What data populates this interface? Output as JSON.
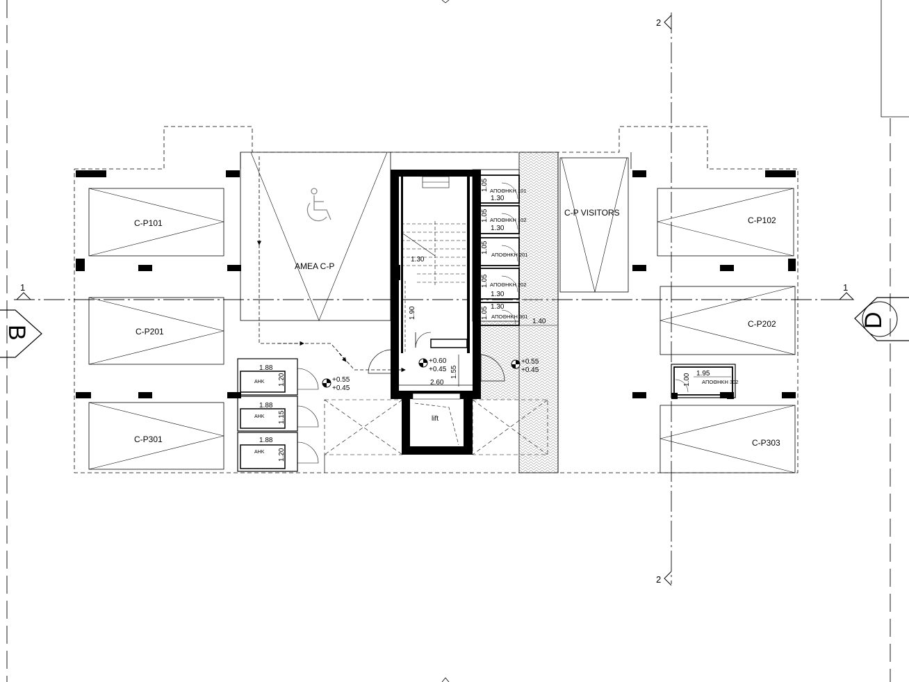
{
  "axes": {
    "grid_1_left": "1",
    "grid_1_right": "1",
    "grid_2_top": "2",
    "grid_2_bottom": "2",
    "section_B": "B",
    "section_D": "D"
  },
  "parking": {
    "cp101": "C-P101",
    "cp201": "C-P201",
    "cp301": "C-P301",
    "cp102": "C-P102",
    "cp202": "C-P202",
    "cp303": "C-P303",
    "visitors": "C-P VISITORS",
    "amea": "AMEA C-P"
  },
  "storage": {
    "s101": "ΑΠΟΘΗΚΗ 101",
    "s102": "ΑΠΟΘΗΚΗ 102",
    "s201": "ΑΠΟΘΗΚΗ 201",
    "s202": "ΑΠΟΘΗΚΗ 202",
    "s301": "ΑΠΟΘΗΚΗ 301",
    "s302": "ΑΠΟΘΗΚΗ 302"
  },
  "ank": {
    "a1": "ΑΗΚ",
    "a2": "ΑΗΚ",
    "a3": "ΑΗΚ"
  },
  "lift": "lift",
  "dims": {
    "d105a": "1.05",
    "d130a": "1.30",
    "d105b": "1.05",
    "d130b": "1.30",
    "d105c": "1.05",
    "d105d": "1.05",
    "d130c": "1.30",
    "d130d": "1.30",
    "d105e": "1.05",
    "stair130": "1.30",
    "d190": "1.90",
    "d155": "1.55",
    "d260": "2.60",
    "d140": "1.40",
    "d195": "1.95",
    "d100": "1.00",
    "ank188a": "1.88",
    "ank120a": "1.20",
    "ank188b": "1.88",
    "ank115": "1.15",
    "ank188c": "1.88",
    "ank120b": "1.20"
  },
  "levels": {
    "lv1a": "+0.55",
    "lv1b": "+0.45",
    "lv2a": "+0.60",
    "lv2b": "+0.45",
    "lv3a": "+0.55",
    "lv3b": "+0.45"
  }
}
